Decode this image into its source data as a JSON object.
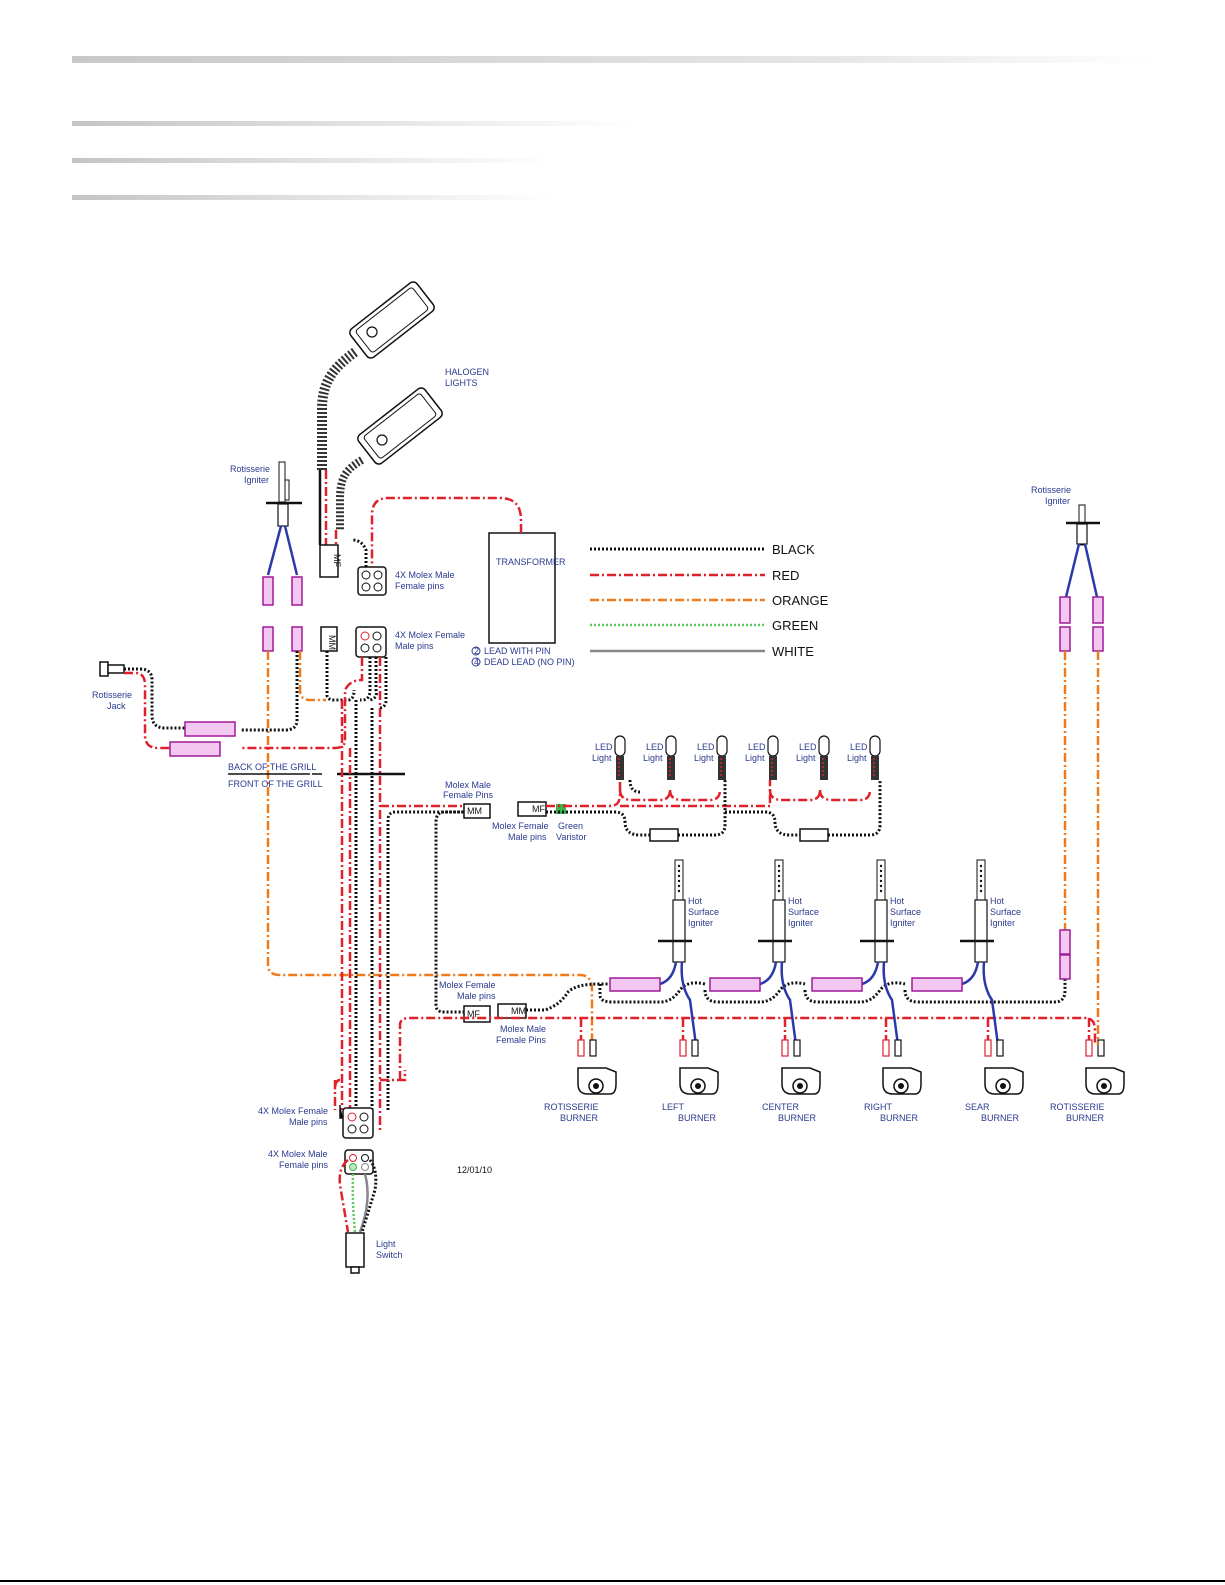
{
  "legend": [
    {
      "label": "BLACK",
      "color": "#111111"
    },
    {
      "label": "RED",
      "color": "#e0202a"
    },
    {
      "label": "ORANGE",
      "color": "#f07a1a"
    },
    {
      "label": "GREEN",
      "color": "#5cc85c"
    },
    {
      "label": "WHITE",
      "color": "#888888"
    }
  ],
  "labels": {
    "halogen_l1": "HALOGEN",
    "halogen_l2": "LIGHTS",
    "rot_igniter_left_l1": "Rotisserie",
    "rot_igniter_left_l2": "Igniter",
    "rot_igniter_right_l1": "Rotisserie",
    "rot_igniter_right_l2": "Igniter",
    "rot_jack_l1": "Rotisserie",
    "rot_jack_l2": "Jack",
    "transformer": "TRANSFORMER",
    "molex_mf_top_l1": "4X Molex Male",
    "molex_mf_top_l2": "Female pins",
    "molex_fm_top_l1": "4X Molex Female",
    "molex_fm_top_l2": "Male pins",
    "lead_with_pin": "LEAD WITH PIN",
    "lead_with_pin_num": "2",
    "dead_lead": "DEAD LEAD  (NO PIN)",
    "dead_lead_num": "4",
    "back_of_grill": "BACK OF THE GRILL",
    "front_of_grill": "FRONT OF THE GRILL",
    "molex_male_pins_l1": "Molex Male",
    "molex_male_pins_l2": "Female Pins",
    "molex_female_mid_l1": "Molex Female",
    "molex_female_mid_l2": "Male pins",
    "green_varistor_l1": "Green",
    "green_varistor_l2": "Varistor",
    "led_l1": "LED",
    "led_l2": "Light",
    "hsi_l1": "Hot",
    "hsi_l2": "Surface",
    "hsi_l3": "Igniter",
    "molex_female_low_l1": "Molex Female",
    "molex_female_low_l2": "Male pins",
    "molex_male_low_l1": "Molex Male",
    "molex_male_low_l2": "Female Pins",
    "molex_fm_bottom_l1": "4X Molex Female",
    "molex_fm_bottom_l2": "Male pins",
    "molex_mf_bottom_l1": "4X Molex Male",
    "molex_mf_bottom_l2": "Female pins",
    "date": "12/01/10",
    "light_switch_l1": "Light",
    "light_switch_l2": "Switch",
    "mm": "MM",
    "mf": "MF"
  },
  "burners": [
    {
      "l1": "ROTISSERIE",
      "l2": "BURNER"
    },
    {
      "l1": "LEFT",
      "l2": "BURNER"
    },
    {
      "l1": "CENTER",
      "l2": "BURNER"
    },
    {
      "l1": "RIGHT",
      "l2": "BURNER"
    },
    {
      "l1": "SEAR",
      "l2": "BURNER"
    },
    {
      "l1": "ROTISSERIE",
      "l2": "BURNER"
    }
  ]
}
